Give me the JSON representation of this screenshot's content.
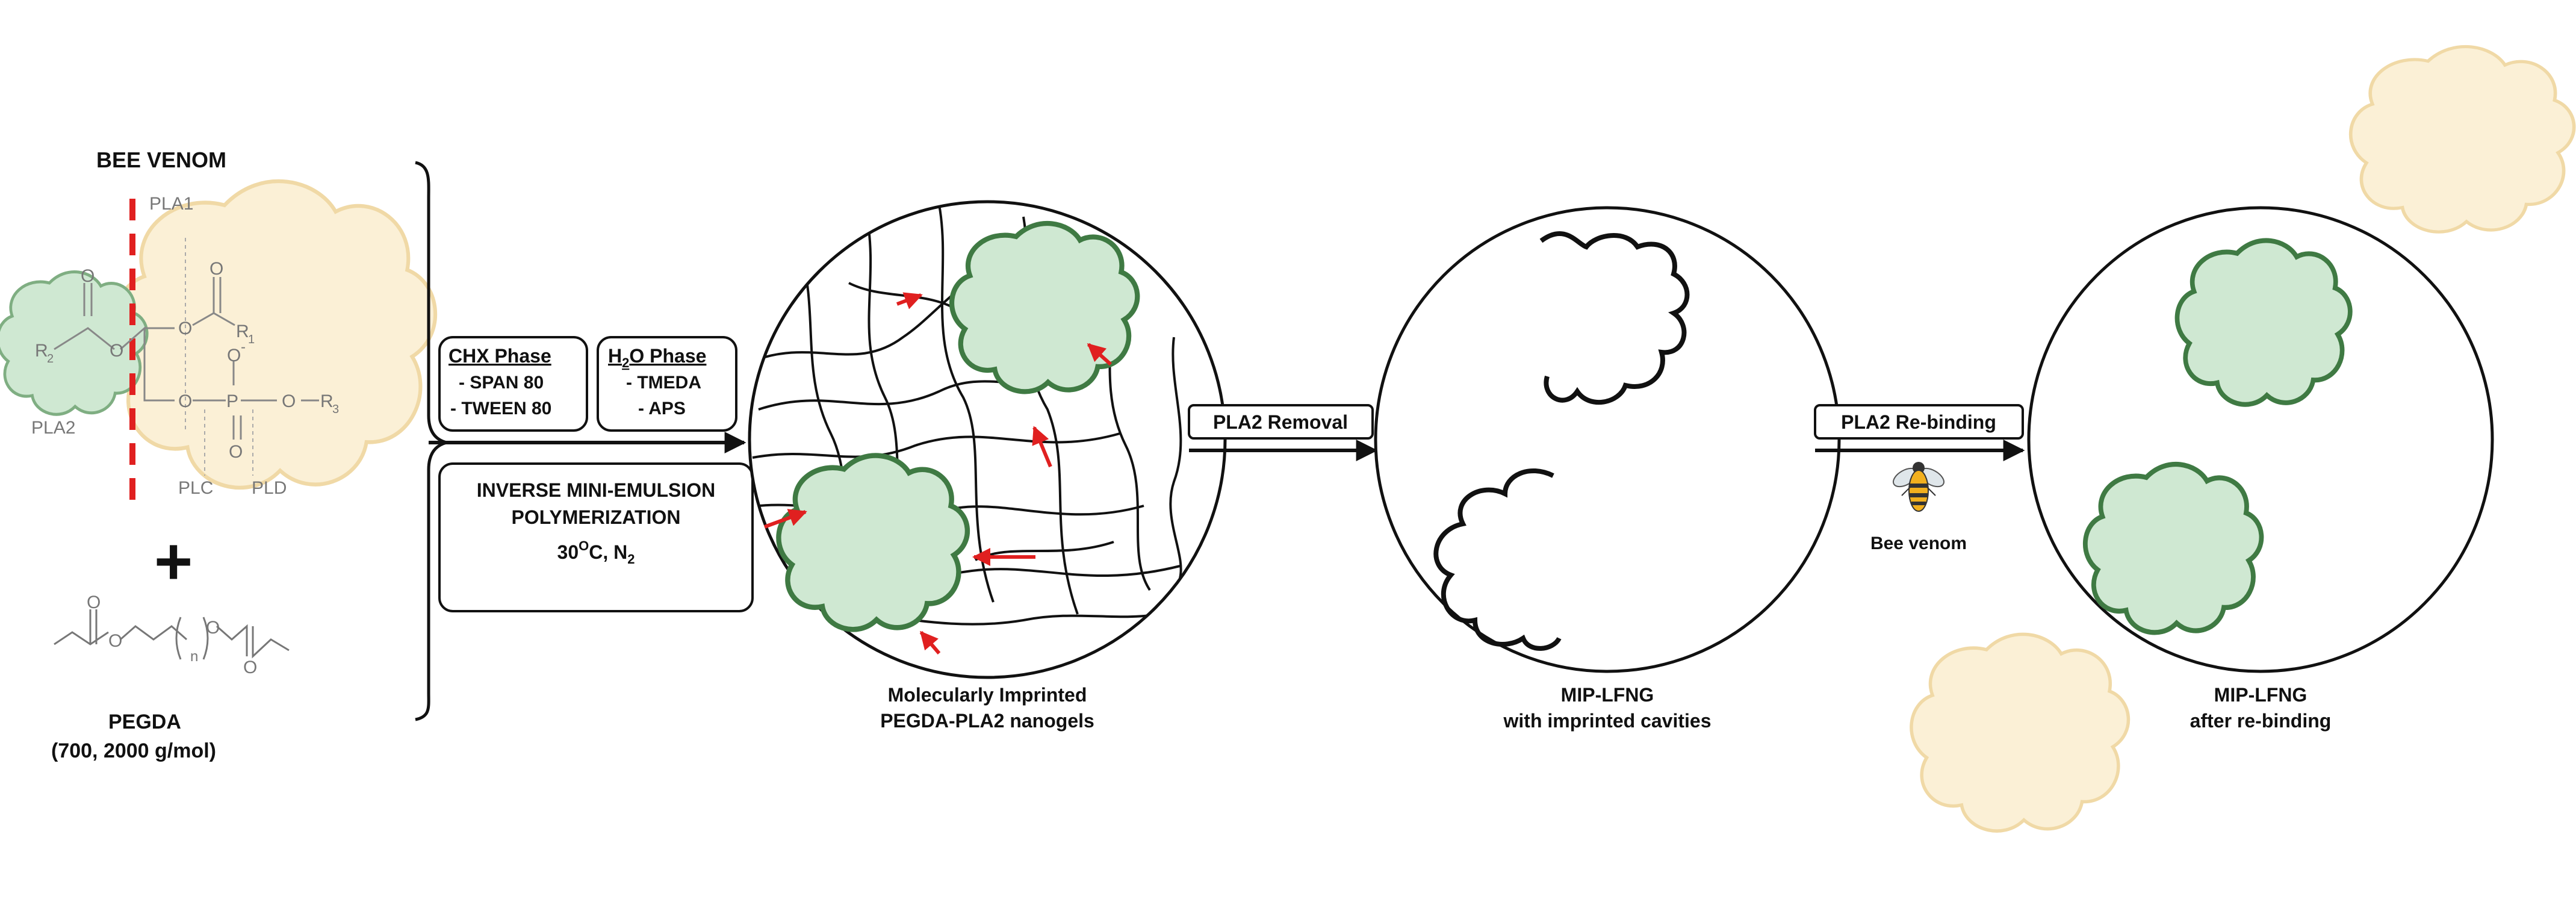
{
  "bee_venom": {
    "title": "BEE VENOM",
    "labels": {
      "pla1": "PLA1",
      "pla2": "PLA2",
      "plc": "PLC",
      "pld": "PLD"
    },
    "atoms": {
      "o": "O",
      "r1": "R",
      "r1_sub": "1",
      "r2": "R",
      "r2_sub": "2",
      "r3": "R",
      "r3_sub": "3",
      "p": "P",
      "o_minus": "O",
      "minus": "-"
    }
  },
  "plus_sign": "+",
  "pegda": {
    "name": "PEGDA",
    "mw": "(700, 2000 g/mol)",
    "atoms": {
      "o": "O",
      "n": "n"
    }
  },
  "conditions": {
    "chx": {
      "title": "CHX Phase",
      "items": [
        "- SPAN 80",
        "- TWEEN 80"
      ]
    },
    "h2o": {
      "title_pre": "H",
      "title_sub": "2",
      "title_post": "O Phase",
      "items": [
        "- TMEDA",
        "- APS"
      ]
    },
    "method_lines": [
      "INVERSE MINI-EMULSION",
      "POLYMERIZATION"
    ],
    "temp": {
      "value": "30",
      "sup": "O",
      "unit": "C, N",
      "sub": "2"
    }
  },
  "steps": {
    "removal": "PLA2 Removal",
    "rebinding": "PLA2 Re-binding",
    "rebinding_note": "Bee venom"
  },
  "captions": {
    "nanogel": [
      "Molecularly Imprinted",
      "PEGDA-PLA2 nanogels"
    ],
    "cavities": [
      "MIP-LFNG",
      "with imprinted cavities"
    ],
    "rebound": [
      "MIP-LFNG",
      "after re-binding"
    ]
  },
  "colors": {
    "pla2_fill": "#cfe8d2",
    "pla2_stroke": "#3f7a43",
    "venom_fill": "#fbf0d6",
    "venom_stroke": "#f0d9a6",
    "red": "#e02020",
    "ink": "#111111"
  },
  "icons": {
    "bee": "bee-icon"
  }
}
